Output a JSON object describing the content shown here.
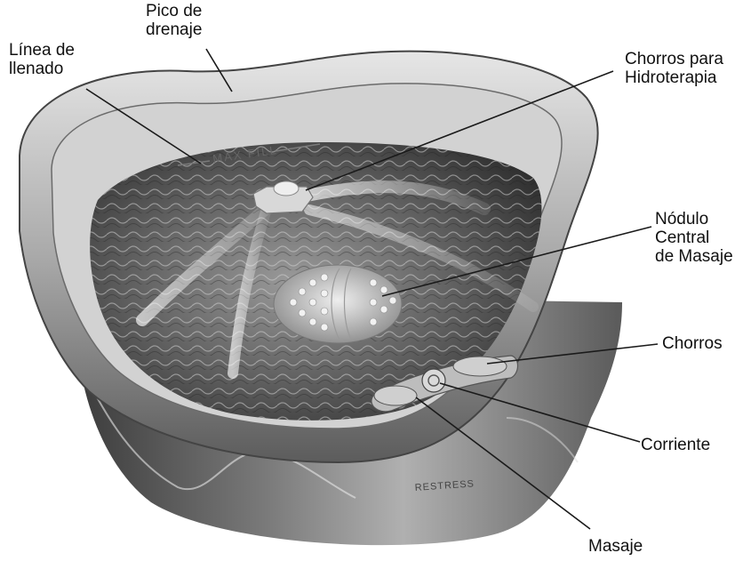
{
  "labels": {
    "drain_spout": [
      "Pico de",
      "drenaje"
    ],
    "fill_line": [
      "Línea de",
      "llenado"
    ],
    "hydro_jets": [
      "Chorros para",
      "Hidroterapia"
    ],
    "massage_node": [
      "Nódulo",
      "Central",
      "de Masaje"
    ],
    "jets": [
      "Chorros"
    ],
    "power": [
      "Corriente"
    ],
    "massage": [
      "Masaje"
    ]
  },
  "embossed_text": {
    "max_fill": "MAX FILL",
    "brand": "RESTRESS"
  },
  "colors": {
    "background": "#ffffff",
    "text": "#111111",
    "leader": "#1a1a1a"
  }
}
